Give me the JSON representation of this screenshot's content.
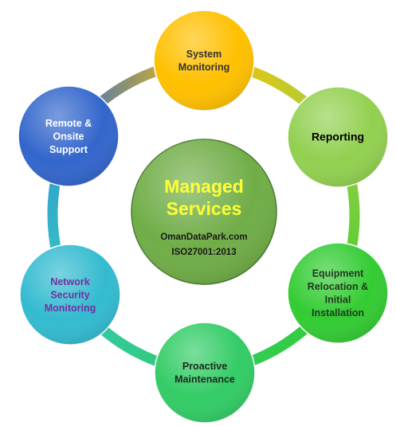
{
  "center": {
    "title_lines": [
      "Managed",
      "Services"
    ],
    "site": "OmanDataPark.com",
    "certification": "ISO27001:2013",
    "title_color": "#ffff33",
    "fill": "#70ad47"
  },
  "nodes": [
    {
      "id": "system-monitoring",
      "lines": [
        "System",
        "Monitoring"
      ],
      "fill": "#ffc000",
      "text_color": "#333333"
    },
    {
      "id": "reporting",
      "lines": [
        "Reporting"
      ],
      "fill": "#92d050",
      "text_color": "#000000"
    },
    {
      "id": "equipment-relocation",
      "lines": [
        "Equipment",
        "Relocation &",
        "Initial",
        "Installation"
      ],
      "fill": "#33cc33",
      "text_color": "#1f3b1f"
    },
    {
      "id": "proactive-maintenance",
      "lines": [
        "Proactive",
        "Maintenance"
      ],
      "fill": "#33cc66",
      "text_color": "#1b2b1b"
    },
    {
      "id": "network-security-monitoring",
      "lines": [
        "Network",
        "Security",
        "Monitoring"
      ],
      "fill": "#33bbd0",
      "text_color": "#7030a0"
    },
    {
      "id": "remote-onsite-support",
      "lines": [
        "Remote &",
        "Onsite",
        "Support"
      ],
      "fill": "#3366cc",
      "text_color": "#ffffff"
    }
  ]
}
